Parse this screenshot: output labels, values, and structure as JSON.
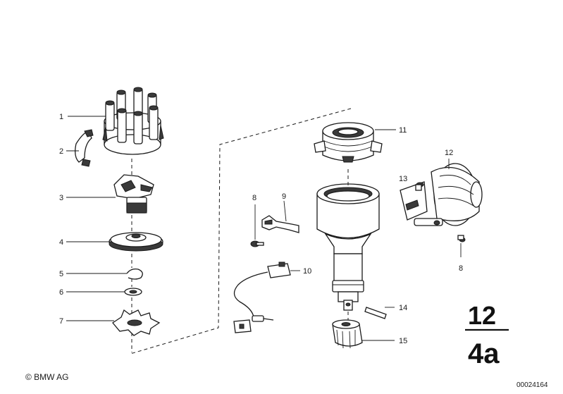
{
  "parts": [
    {
      "no": "1"
    },
    {
      "no": "2"
    },
    {
      "no": "3"
    },
    {
      "no": "4"
    },
    {
      "no": "5"
    },
    {
      "no": "6"
    },
    {
      "no": "7"
    },
    {
      "no": "8"
    },
    {
      "no": "9"
    },
    {
      "no": "10"
    },
    {
      "no": "11"
    },
    {
      "no": "12"
    },
    {
      "no": "13"
    },
    {
      "no": "8"
    },
    {
      "no": "14"
    },
    {
      "no": "15"
    }
  ],
  "group": {
    "main": "12",
    "sub": "4a"
  },
  "footer": {
    "copyright": "© BMW AG",
    "image_id": "00024164"
  }
}
